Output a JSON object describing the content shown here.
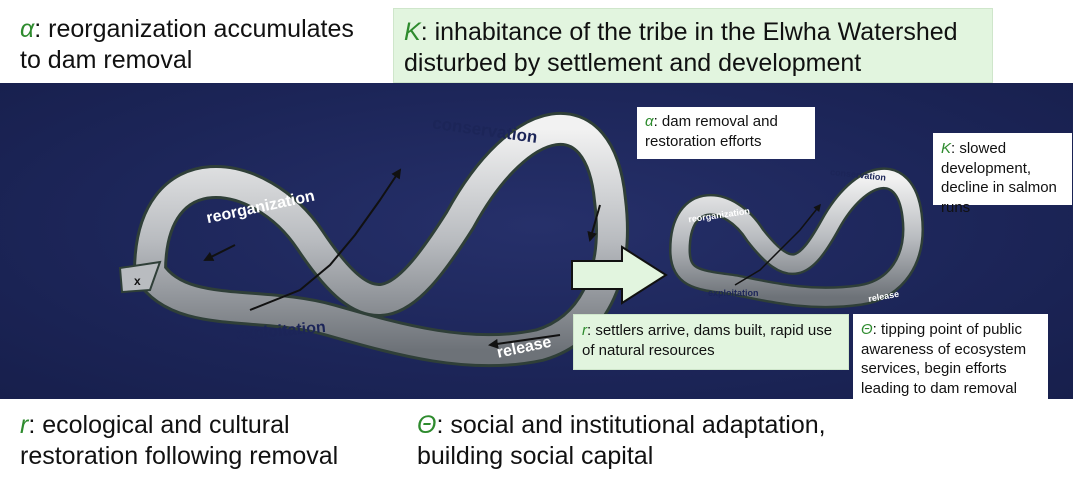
{
  "symbols": {
    "alpha": "α",
    "K": "K",
    "r": "r",
    "theta": "Θ"
  },
  "top_left": {
    "text": ": reorganization accumulates to dam removal"
  },
  "top_right": {
    "text": ": inhabitance of the tribe in the Elwha Watershed disturbed by settlement and development"
  },
  "bottom_left": {
    "text": ": ecological and cultural restoration following removal"
  },
  "bottom_center": {
    "text": ": social and institutional adaptation, building social capital"
  },
  "small_alpha": {
    "text": ": dam removal and restoration efforts"
  },
  "small_K": {
    "text": ": slowed development, decline in salmon runs"
  },
  "small_r": {
    "text": ": settlers arrive, dams built, rapid use of natural resources"
  },
  "small_theta": {
    "text": ": tipping point of public awareness of ecosystem services, begin efforts leading to dam removal"
  },
  "diagram_labels": {
    "conservation": "conservation",
    "reorganization": "reorganization",
    "exploitation": "exploitation",
    "release": "release",
    "x": "x"
  },
  "colors": {
    "symbol": "#2e8b2e",
    "background": "#1c2558",
    "callout_green": "#e2f5df"
  }
}
